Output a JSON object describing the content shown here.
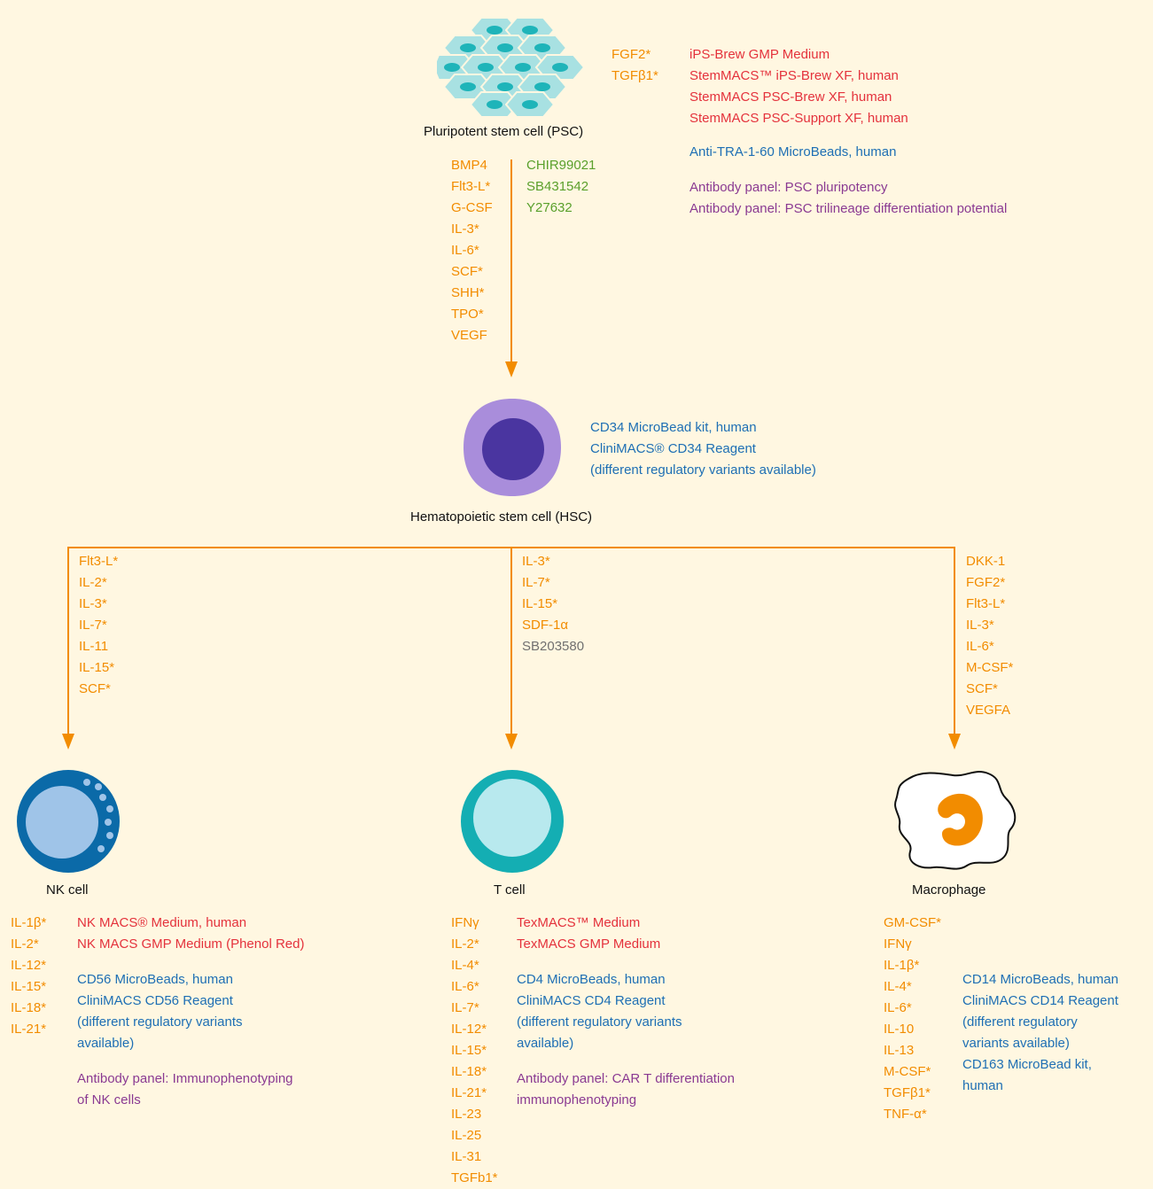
{
  "colors": {
    "background": "#fff7e1",
    "arrow": "#f28c00",
    "cytokine": "#f28c00",
    "medium": "#e4323c",
    "microbeads": "#1e6fb4",
    "antibody_panel": "#8a3a92",
    "small_molecule": "#5aa02c",
    "other_molecule": "#707070"
  },
  "psc": {
    "label": "Pluripotent stem cell (PSC)",
    "factors": [
      "FGF2*",
      "TGFβ1*"
    ],
    "media": [
      "iPS-Brew GMP Medium",
      "StemMACS™ iPS-Brew XF, human",
      "StemMACS PSC-Brew XF, human",
      "StemMACS PSC-Support XF, human"
    ],
    "beads": [
      "Anti-TRA-1-60 MicroBeads, human"
    ],
    "panels": [
      "Antibody panel: PSC pluripotency",
      "Antibody panel: PSC trilineage differentiation potential"
    ]
  },
  "psc_to_hsc": {
    "cytokines": [
      "BMP4",
      "Flt3-L*",
      "G-CSF",
      "IL-3*",
      "IL-6*",
      "SCF*",
      "SHH*",
      "TPO*",
      "VEGF"
    ],
    "small_molecules": [
      "CHIR99021",
      "SB431542",
      "Y27632"
    ]
  },
  "hsc": {
    "label": "Hematopoietic stem cell (HSC)",
    "beads": [
      "CD34 MicroBead kit, human",
      "CliniMACS® CD34 Reagent",
      "(different regulatory variants available)"
    ]
  },
  "branches": {
    "nk_factors": [
      "Flt3-L*",
      "IL-2*",
      "IL-3*",
      "IL-7*",
      "IL-11",
      "IL-15*",
      "SCF*"
    ],
    "t_factors": [
      "IL-3*",
      "IL-7*",
      "IL-15*",
      "SDF-1α"
    ],
    "t_other": [
      "SB203580"
    ],
    "mac_factors": [
      "DKK-1",
      "FGF2*",
      "Flt3-L*",
      "IL-3*",
      "IL-6*",
      "M-CSF*",
      "SCF*",
      "VEGFA"
    ]
  },
  "nk": {
    "label": "NK cell",
    "cytokines": [
      "IL-1β*",
      "IL-2*",
      "IL-12*",
      "IL-15*",
      "IL-18*",
      "IL-21*"
    ],
    "media": [
      "NK MACS® Medium, human",
      "NK MACS GMP Medium (Phenol Red)"
    ],
    "beads": [
      "CD56 MicroBeads, human",
      "CliniMACS CD56 Reagent",
      "(different regulatory variants",
      "available)"
    ],
    "panels": [
      "Antibody panel: Immunophenotyping",
      "of NK cells"
    ]
  },
  "t": {
    "label": "T cell",
    "cytokines": [
      "IFNγ",
      "IL-2*",
      "IL-4*",
      "IL-6*",
      "IL-7*",
      "IL-12*",
      "IL-15*",
      "IL-18*",
      "IL-21*",
      "IL-23",
      "IL-25",
      "IL-31",
      "TGFb1*"
    ],
    "media": [
      "TexMACS™ Medium",
      "TexMACS GMP Medium"
    ],
    "beads": [
      "CD4 MicroBeads, human",
      "CliniMACS CD4 Reagent",
      "(different regulatory variants",
      "available)"
    ],
    "panels": [
      "Antibody panel: CAR T differentiation",
      "immunophenotyping"
    ]
  },
  "mac": {
    "label": "Macrophage",
    "cytokines": [
      "GM-CSF*",
      "IFNγ",
      "IL-1β*",
      "IL-4*",
      "IL-6*",
      "IL-10",
      "IL-13",
      "M-CSF*",
      "TGFβ1*",
      "TNF-α*"
    ],
    "beads": [
      "CD14 MicroBeads, human",
      "CliniMACS CD14 Reagent",
      "(different regulatory",
      "variants available)",
      "CD163 MicroBead kit,",
      "human"
    ]
  }
}
